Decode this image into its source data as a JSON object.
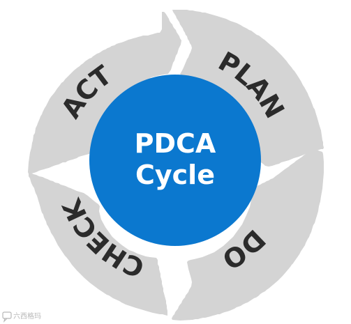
{
  "diagram": {
    "hub": {
      "line1": "PDCA",
      "line2": "Cycle",
      "color": "#0b78cf"
    },
    "segments": [
      {
        "label": "PLAN"
      },
      {
        "label": "DO"
      },
      {
        "label": "CHECK"
      },
      {
        "label": "ACT"
      }
    ],
    "ring_color": "#d4d4d4",
    "label_color": "#2b2b2b"
  },
  "watermark": {
    "text": "六西格玛"
  }
}
